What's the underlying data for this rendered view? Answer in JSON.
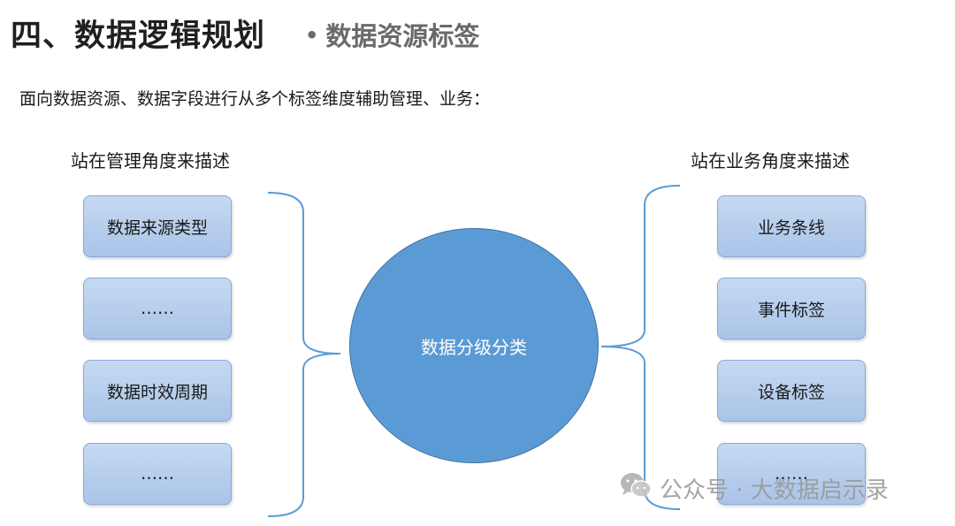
{
  "title": {
    "main": "四、数据逻辑规划",
    "sub_bullet": "•",
    "sub": "数据资源标签"
  },
  "intro": "面向数据资源、数据字段进行从多个标签维度辅助管理、业务：",
  "left": {
    "heading": "站在管理角度来描述",
    "boxes": [
      "数据来源类型",
      "……",
      "数据时效周期",
      "……"
    ]
  },
  "center": {
    "label": "数据分级分类"
  },
  "right": {
    "heading": "站在业务角度来描述",
    "boxes": [
      "业务条线",
      "事件标签",
      "设备标签",
      "……"
    ]
  },
  "watermark": {
    "text": "公众号 · 大数据启示录",
    "icon": "wechat-icon"
  },
  "colors": {
    "box_fill": "#c5d9f1",
    "circle_fill": "#5b9bd5",
    "bracket": "#5b9bd5"
  }
}
